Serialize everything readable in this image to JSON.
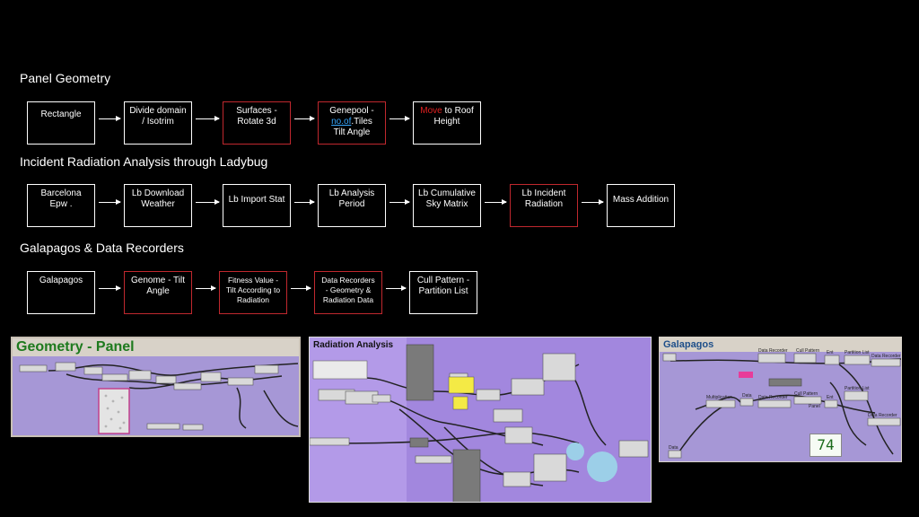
{
  "sections": [
    {
      "title": "Panel Geometry",
      "boxes": [
        {
          "lines": [
            "Rectangle"
          ],
          "highlight": false
        },
        {
          "lines": [
            "Divide domain",
            "/ Isotrim"
          ],
          "highlight": false
        },
        {
          "lines": [
            "Surfaces -",
            "Rotate 3d"
          ],
          "highlight": true
        },
        {
          "line1_pre": "Genepool -",
          "line2_link": "no.of",
          "line2_rest": ".Tiles",
          "line3": "Tilt Angle",
          "highlight": true
        },
        {
          "line1_red": "Move",
          "line1_rest": " to Roof",
          "line2": "Height",
          "highlight": false
        }
      ]
    },
    {
      "title": "Incident Radiation Analysis through Ladybug",
      "boxes": [
        {
          "lines": [
            "Barcelona",
            "Epw ."
          ],
          "highlight": false
        },
        {
          "lines": [
            "Lb Download",
            "Weather"
          ],
          "highlight": false
        },
        {
          "lines": [
            "Lb Import Stat"
          ],
          "highlight": false
        },
        {
          "lines": [
            "Lb Analysis",
            "Period"
          ],
          "highlight": false
        },
        {
          "lines": [
            "Lb Cumulative",
            "Sky Matrix"
          ],
          "highlight": false
        },
        {
          "lines": [
            "Lb Incident",
            "Radiation"
          ],
          "highlight": true
        },
        {
          "lines": [
            "Mass Addition"
          ],
          "highlight": false
        }
      ]
    },
    {
      "title": "Galapagos & Data Recorders",
      "boxes": [
        {
          "lines": [
            "Galapagos"
          ],
          "highlight": false
        },
        {
          "lines": [
            "Genome - Tilt",
            "Angle"
          ],
          "highlight": true
        },
        {
          "lines": [
            "Fitness Value -",
            "Tilt According to",
            "Radiation"
          ],
          "highlight": true
        },
        {
          "lines": [
            "Data Recorders",
            "- Geometry &",
            "Radiation Data"
          ],
          "highlight": true
        },
        {
          "lines": [
            "Cull Pattern -",
            "Partition List"
          ],
          "highlight": false
        }
      ]
    }
  ],
  "screenshots": {
    "geometry": {
      "title": "Geometry - Panel",
      "title_color": "#1e7a1e",
      "bg": "#a697d6"
    },
    "radiation": {
      "title": "Radiation Analysis",
      "bg": "#b39ae8"
    },
    "galapagos": {
      "title": "Galapagos",
      "bg": "#a697d6",
      "labels": [
        "Data Recorder",
        "Cull Pattern",
        "Ent",
        "Partition List",
        "Data Recorder",
        "Multiplication",
        "Data",
        "Data Recorder",
        "Cull Pattern",
        "Ent",
        "Partition List",
        "Data Recorder",
        "Panel",
        "Data"
      ],
      "panel_value": "74"
    }
  },
  "colors": {
    "highlight_border": "#c0282e",
    "box_border": "#ffffff",
    "background": "#000000"
  }
}
